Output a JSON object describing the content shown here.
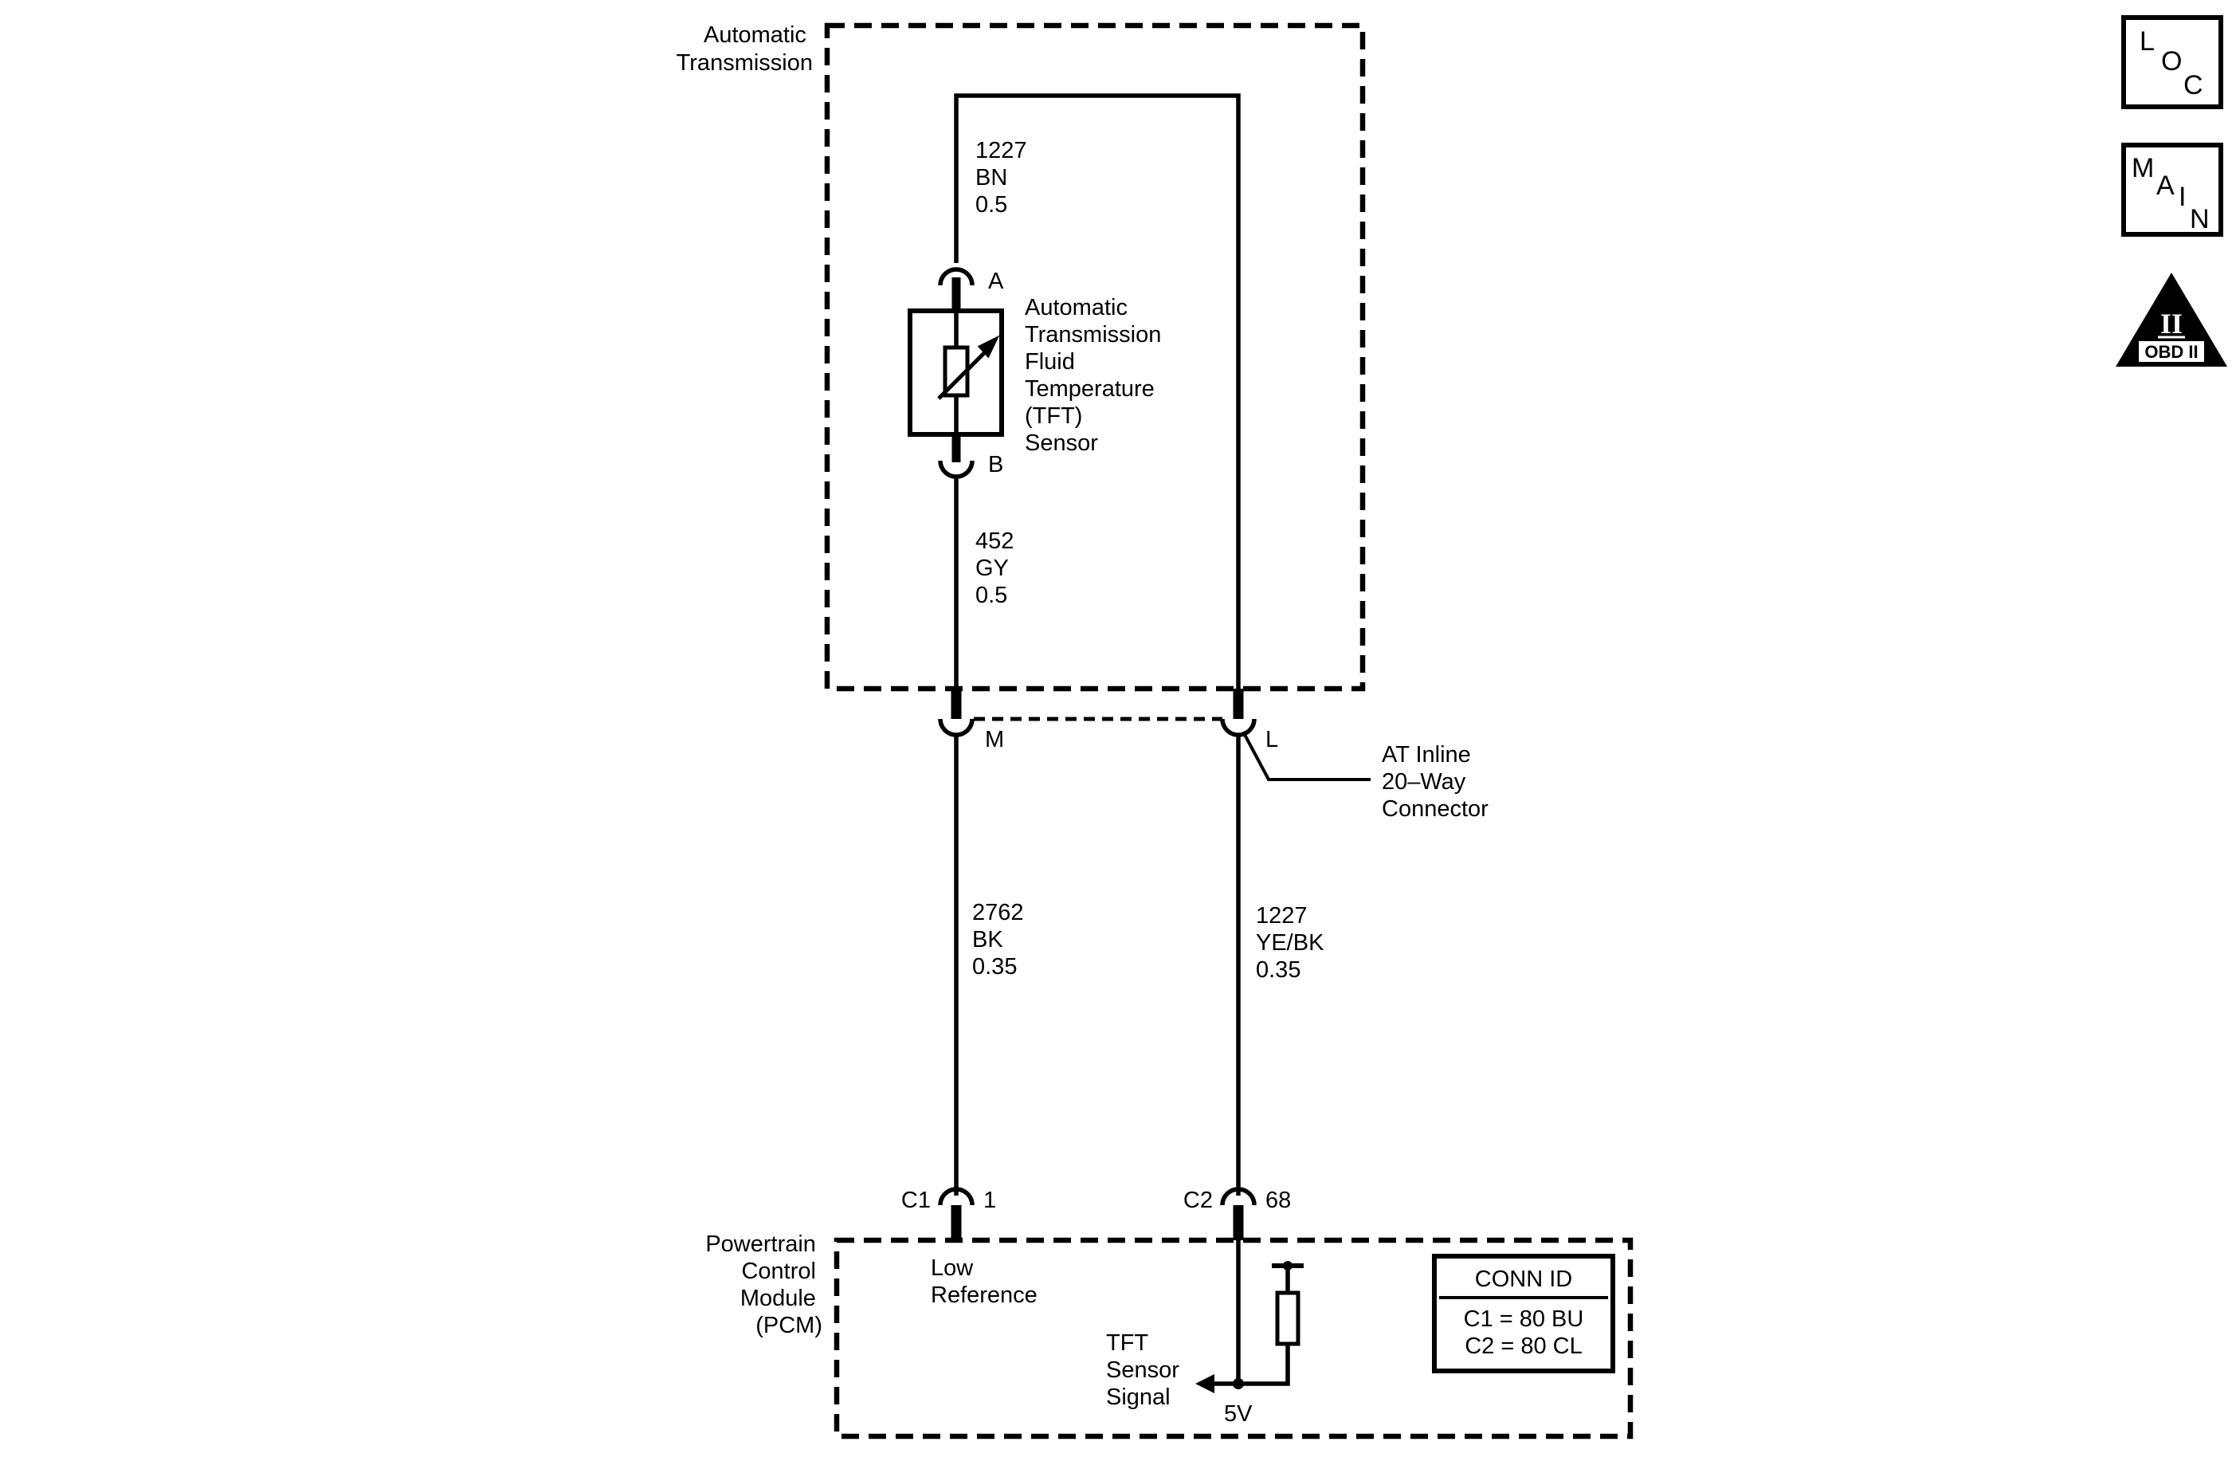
{
  "enclosures": {
    "transmission": [
      "Automatic",
      "Transmission"
    ],
    "pcm": [
      "Powertrain",
      "Control",
      "Module",
      "(PCM)"
    ]
  },
  "sensor": {
    "label": [
      "Automatic",
      "Transmission",
      "Fluid",
      "Temperature",
      "(TFT)",
      "Sensor"
    ],
    "pin_a": "A",
    "pin_b": "B"
  },
  "wires": {
    "top_left": [
      "1227",
      "BN",
      "0.5"
    ],
    "mid_left": [
      "452",
      "GY",
      "0.5"
    ],
    "bottom_left": [
      "2762",
      "BK",
      "0.35"
    ],
    "bottom_right": [
      "1227",
      "YE/BK",
      "0.35"
    ]
  },
  "inline_connector": {
    "pin_m": "M",
    "pin_l": "L",
    "label": [
      "AT Inline",
      "20–Way",
      "Connector"
    ]
  },
  "pcm_pins": {
    "c1_name": "C1",
    "c1_pin": "1",
    "c2_name": "C2",
    "c2_pin": "68",
    "low_ref": [
      "Low",
      "Reference"
    ],
    "signal": [
      "TFT",
      "Sensor",
      "Signal"
    ],
    "voltage": "5V"
  },
  "conn_id": {
    "title": "CONN ID",
    "rows": [
      "C1 = 80 BU",
      "C2 = 80 CL"
    ]
  },
  "nav_icons": {
    "loc": [
      "L",
      "O",
      "C"
    ],
    "main": [
      "M",
      "A",
      "I",
      "N"
    ],
    "obd_numeral": "II",
    "obd_label": "OBD II"
  }
}
